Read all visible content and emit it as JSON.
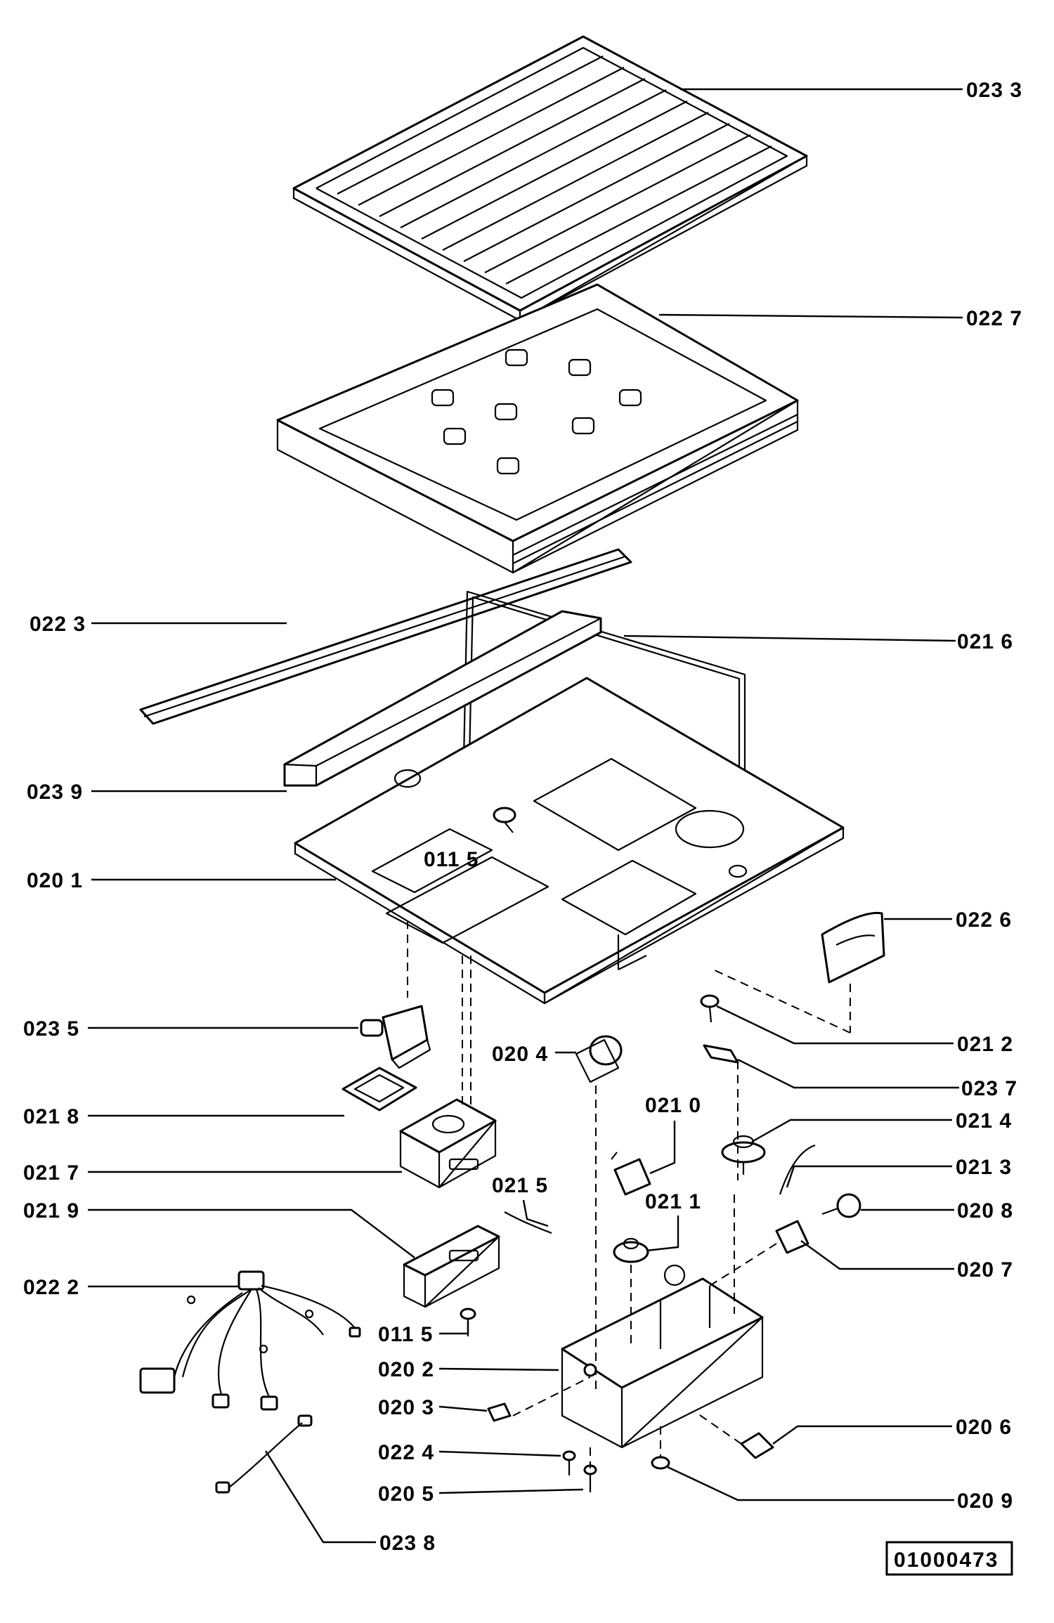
{
  "document_ref": "01000473",
  "callouts": [
    {
      "id": "c-0233",
      "text": "023 3"
    },
    {
      "id": "c-0227",
      "text": "022 7"
    },
    {
      "id": "c-0223",
      "text": "022 3"
    },
    {
      "id": "c-0216",
      "text": "021 6"
    },
    {
      "id": "c-0239",
      "text": "023 9"
    },
    {
      "id": "c-0115a",
      "text": "011 5"
    },
    {
      "id": "c-0201",
      "text": "020 1"
    },
    {
      "id": "c-0226",
      "text": "022 6"
    },
    {
      "id": "c-0235",
      "text": "023 5"
    },
    {
      "id": "c-0212",
      "text": "021 2"
    },
    {
      "id": "c-0204",
      "text": "020 4"
    },
    {
      "id": "c-0237",
      "text": "023 7"
    },
    {
      "id": "c-0218",
      "text": "021 8"
    },
    {
      "id": "c-0210",
      "text": "021 0"
    },
    {
      "id": "c-0214",
      "text": "021 4"
    },
    {
      "id": "c-0217",
      "text": "021 7"
    },
    {
      "id": "c-0213",
      "text": "021 3"
    },
    {
      "id": "c-0215",
      "text": "021 5"
    },
    {
      "id": "c-0211",
      "text": "021 1"
    },
    {
      "id": "c-0219",
      "text": "021 9"
    },
    {
      "id": "c-0208",
      "text": "020 8"
    },
    {
      "id": "c-0207",
      "text": "020 7"
    },
    {
      "id": "c-0222",
      "text": "022 2"
    },
    {
      "id": "c-0115b",
      "text": "011 5"
    },
    {
      "id": "c-0202",
      "text": "020 2"
    },
    {
      "id": "c-0203",
      "text": "020 3"
    },
    {
      "id": "c-0206",
      "text": "020 6"
    },
    {
      "id": "c-0224",
      "text": "022 4"
    },
    {
      "id": "c-0205",
      "text": "020 5"
    },
    {
      "id": "c-0209",
      "text": "020 9"
    },
    {
      "id": "c-0238",
      "text": "023 8"
    }
  ]
}
